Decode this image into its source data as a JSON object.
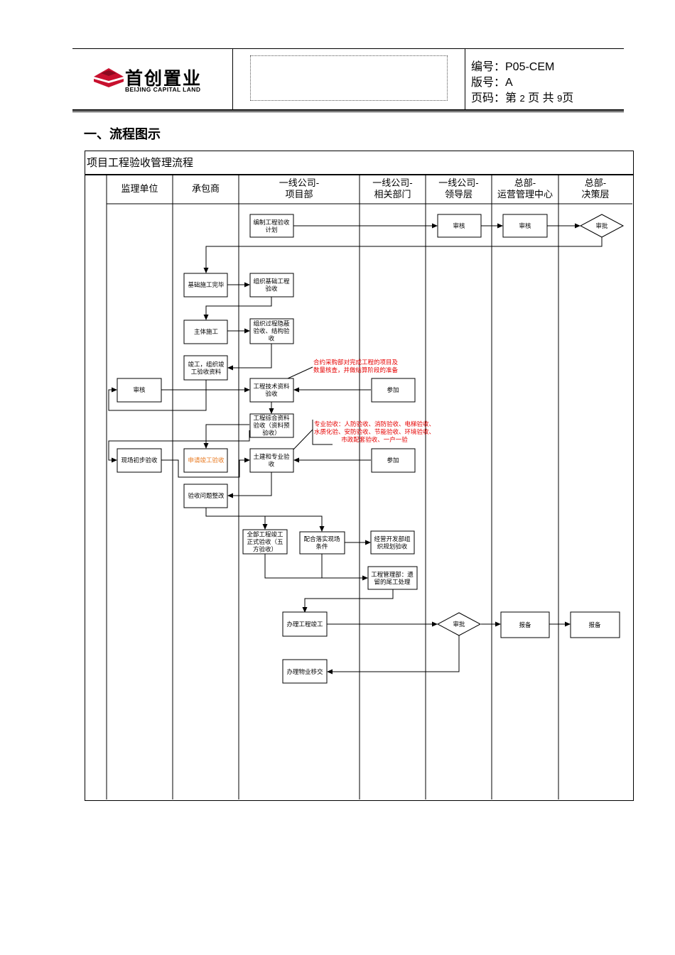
{
  "header": {
    "logo_cn": "首创置业",
    "logo_en": "BEIJING CAPITAL LAND",
    "doc_no": "编号：P05-CEM",
    "version": "版号：A",
    "page_prefix": "页码：第",
    "page_num": "2",
    "page_mid": "页  共",
    "page_total": "9",
    "page_suffix": "页"
  },
  "section_title": "一、流程图示",
  "chart_title": "项目工程验收管理流程",
  "lanes": [
    "监理单位",
    "承包商",
    "一线公司-\n项目部",
    "一线公司-\n相关部门",
    "一线公司-\n领导层",
    "总部-\n运营管理中心",
    "总部-\n决策层"
  ],
  "nodes": {
    "plan": "编制工程验收\n计划",
    "review1": "审核",
    "review2": "审核",
    "approve1": "审批",
    "foundation_done": "基础施工完毕",
    "foundation_accept": "组织基础工程\n验收",
    "main_construct": "主体施工",
    "hidden_accept": "组织过程隐蔽\n验收、结构验\n收",
    "completion_docs": "竣工，组织竣\n工验收资料",
    "supervisor_review": "审核",
    "tech_docs": "工程技术资料\n验收",
    "participate1": "参加",
    "comprehensive": "工程综合资料\n验收（资料预\n验收）",
    "site_prelim": "现场初步验收",
    "apply_completion": "申请竣工验收",
    "civil_special": "土建和专业验\n收",
    "participate2": "参加",
    "rectify": "验收问题整改",
    "full_formal": "全部工程竣工\n正式验收（五\n方验收）",
    "site_conditions": "配合落实现场\n条件",
    "planning_accept": "经营开发部组\n织规划验收",
    "remnant": "工程管理部：遗\n留的尾工处理",
    "handle_completion": "办理工程竣工",
    "approve2": "审批",
    "report1": "报备",
    "report2": "报备",
    "property_handover": "办理物业移交"
  },
  "notes": {
    "note1": "合约采购部对完成工程的项目及\n数量核查，并做结算阶段的准备",
    "note2": "专业验收：人防验收、消防验收、电梯验收、\n水质化验、安防验收、节能验收、环境验收、\n市政配套验收、一户一验"
  },
  "colors": {
    "note_text": "#e60000",
    "apply_text": "#e8781e",
    "line": "#000000",
    "logo_red": "#c8102e"
  }
}
